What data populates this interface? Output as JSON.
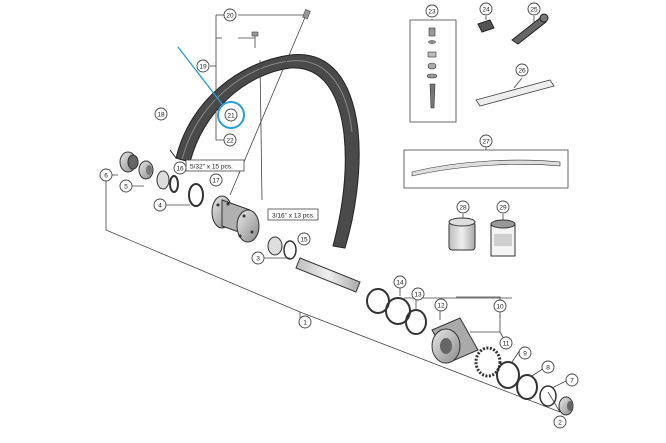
{
  "diagram": {
    "part_numbers": [
      "1",
      "2",
      "3",
      "4",
      "5",
      "6",
      "7",
      "8",
      "9",
      "10",
      "11",
      "12",
      "13",
      "14",
      "15",
      "16",
      "17",
      "18",
      "19",
      "20",
      "21",
      "22",
      "23",
      "24",
      "25",
      "26",
      "27",
      "28",
      "29"
    ],
    "highlighted_part": "21",
    "notes": {
      "small_balls": "5/32\" x 15 pcs.",
      "large_balls": "3/16\" x 13 pcs."
    },
    "colors": {
      "line": "#444444",
      "part_fill": "#c8c8c8",
      "rim_fill": "#4a4a4a",
      "highlight": "#2a9fd6"
    }
  }
}
